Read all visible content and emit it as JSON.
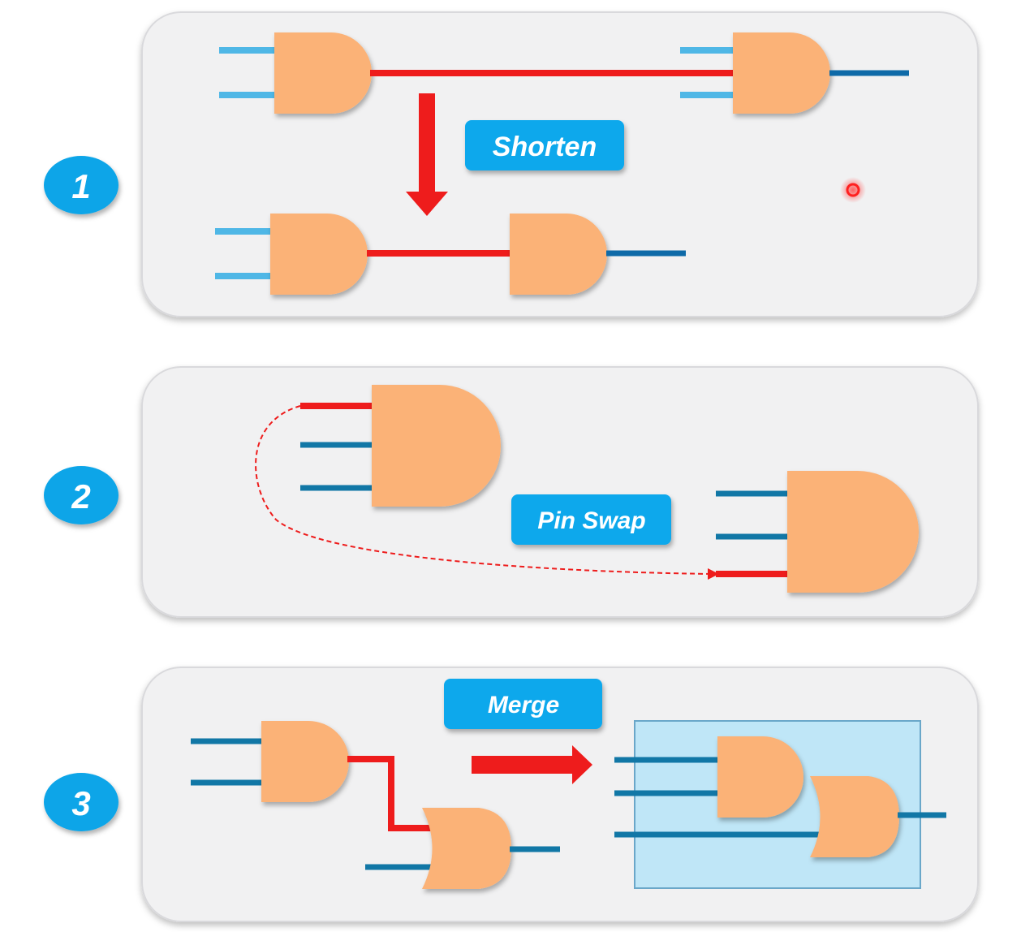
{
  "colors": {
    "panel": "#f1f1f2",
    "panel_border": "#d9d9dc",
    "gate": "#fbb277",
    "wire_light": "#4fb7e6",
    "wire_dark": "#0e6aa8",
    "wire_teal": "#1177a6",
    "wire_red": "#ee1c1c",
    "badge": "#0aa5e8",
    "label_box": "#10a8ec",
    "merge_box": "#bfe6f7",
    "merge_border": "#6aa7c9",
    "pointer": "#ff2020"
  },
  "steps": [
    {
      "number": "1",
      "label": "Shorten"
    },
    {
      "number": "2",
      "label": "Pin Swap"
    },
    {
      "number": "3",
      "label": "Merge"
    }
  ]
}
